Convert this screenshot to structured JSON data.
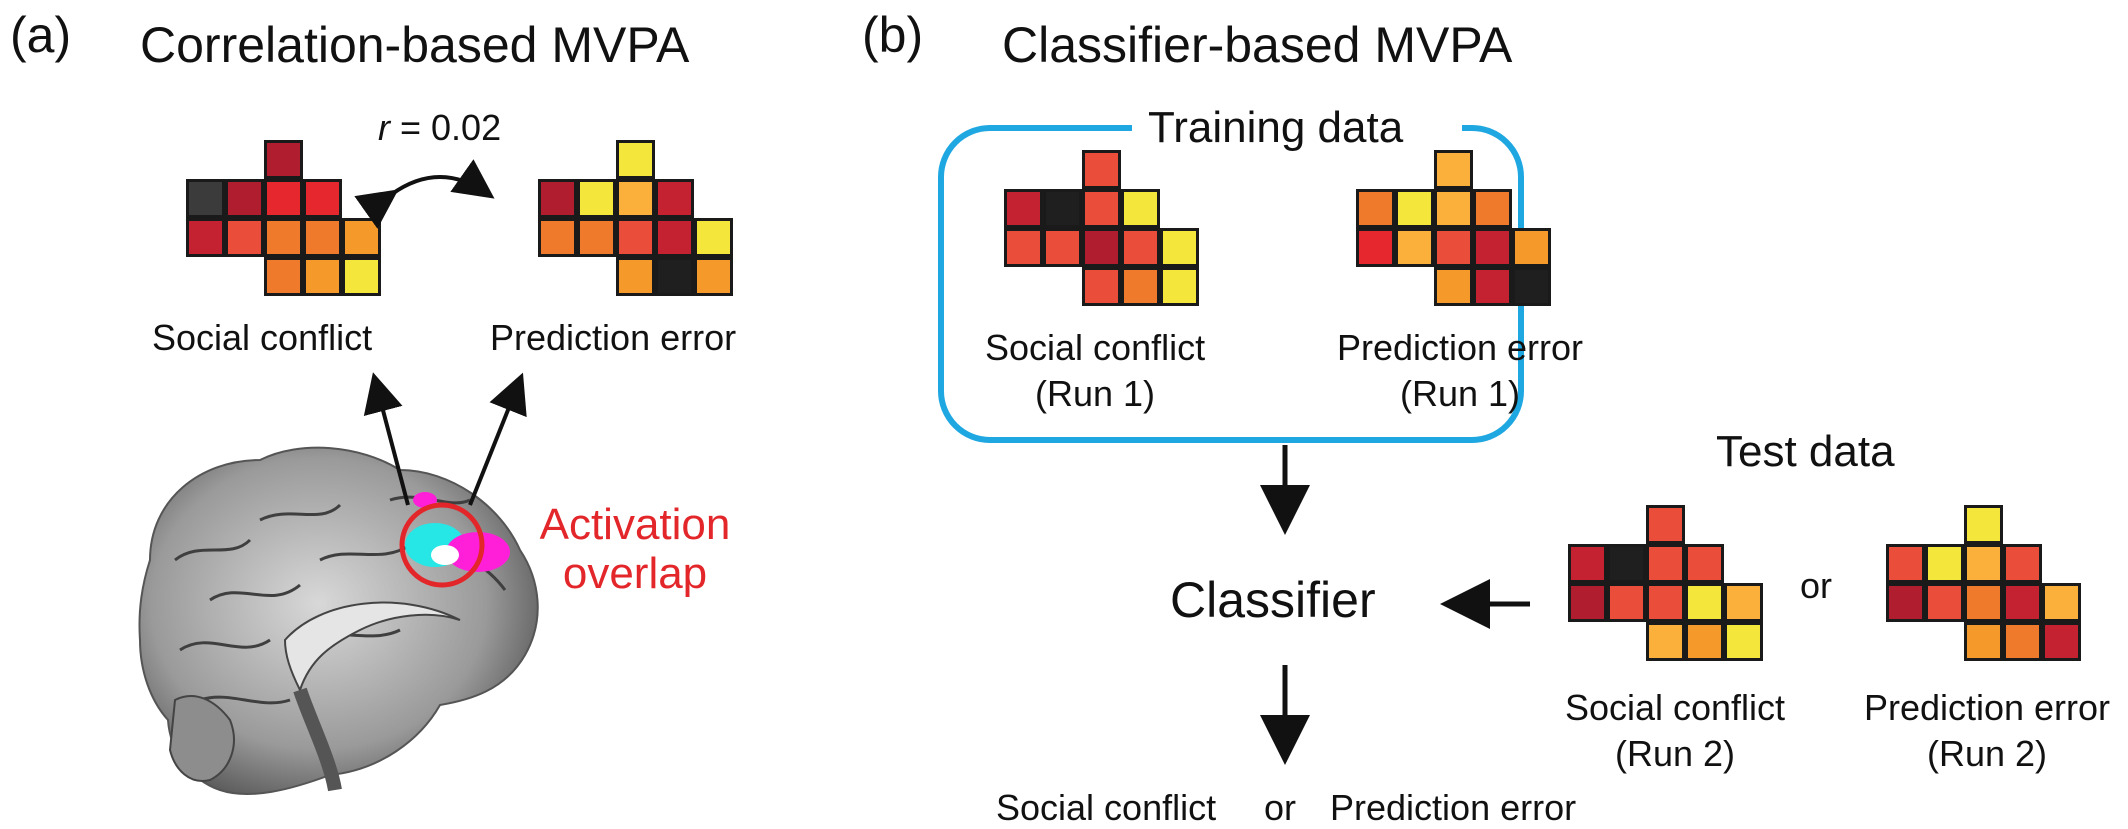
{
  "panel_a": {
    "label": "(a)",
    "title": "Correlation-based MVPA",
    "correlation": {
      "symbol": "r",
      "rest": " = 0.02"
    },
    "left_pattern_label": "Social conflict",
    "right_pattern_label": "Prediction error",
    "overlap_label_line1": "Activation",
    "overlap_label_line2": "overlap"
  },
  "panel_b": {
    "label": "(b)",
    "title": "Classifier-based MVPA",
    "training_title": "Training data",
    "train_left_line1": "Social conflict",
    "train_left_line2": "(Run 1)",
    "train_right_line1": "Prediction error",
    "train_right_line2": "(Run 1)",
    "test_title": "Test data",
    "test_left_line1": "Social conflict",
    "test_left_line2": "(Run 2)",
    "test_right_line1": "Prediction error",
    "test_right_line2": "(Run 2)",
    "test_or": "or",
    "classifier": "Classifier",
    "output_left": "Social conflict",
    "output_or": "or",
    "output_right": "Prediction error"
  },
  "colors": {
    "training_box": "#1ea7e1",
    "overlap": "#e3262a",
    "cell_border": "#1a1a1a",
    "heat_palette": [
      "#3b3b3b",
      "#1f1f1f",
      "#b01d2e",
      "#c42231",
      "#e6282e",
      "#ea4d3a",
      "#f07a2c",
      "#f59a2a",
      "#fbb03b",
      "#f4e63a"
    ]
  }
}
